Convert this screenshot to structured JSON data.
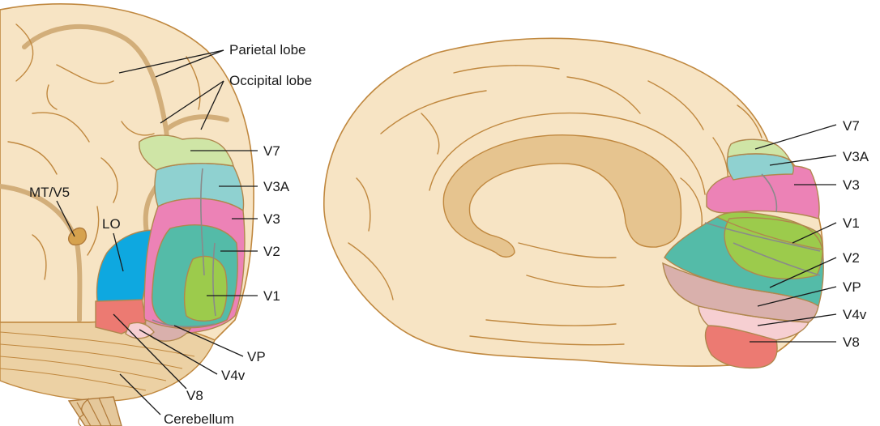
{
  "colors": {
    "brain": "#f7e4c4",
    "outline": "#c0883f",
    "corpus_callosum": "#e6c48f",
    "cerebellum": "#ecd1a4",
    "V7": "#cfe5a6",
    "V3A": "#8fd1d0",
    "V3": "#ec82b6",
    "V2": "#54bba8",
    "V1": "#9ccb4c",
    "VP": "#d9b0ac",
    "V4v": "#f6cfd2",
    "V8": "#ec7a72",
    "LO": "#0ea8e0",
    "MT_V5": "#d6a24e"
  },
  "left_view": {
    "labels": {
      "parietal": "Parietal lobe",
      "occipital": "Occipital lobe",
      "v7": "V7",
      "v3a": "V3A",
      "v3": "V3",
      "v2": "V2",
      "v1": "V1",
      "vp": "VP",
      "v4v": "V4v",
      "v8": "V8",
      "lo": "LO",
      "mt": "MT/V5",
      "cerebellum": "Cerebellum"
    }
  },
  "right_view": {
    "labels": {
      "v7": "V7",
      "v3a": "V3A",
      "v3": "V3",
      "v1": "V1",
      "v2": "V2",
      "vp": "VP",
      "v4v": "V4v",
      "v8": "V8"
    }
  }
}
